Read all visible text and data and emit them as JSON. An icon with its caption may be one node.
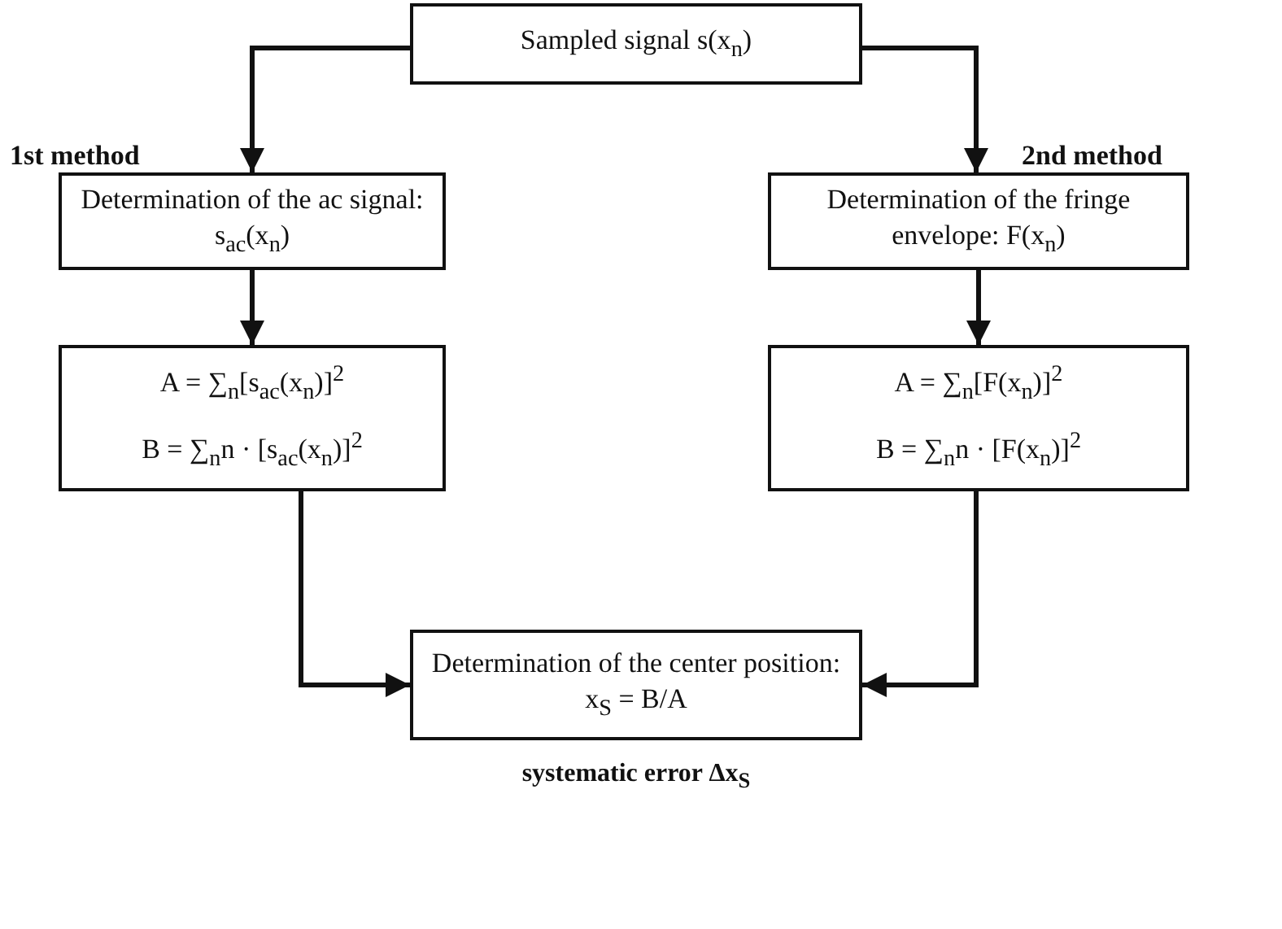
{
  "diagram": {
    "nodes": [
      {
        "text": [
          "Sampled signal  s(x$_{n}$)"
        ]
      },
      {
        "text": [
          "Determination of the ac signal: s$_{ac}$(x$_{n}$)"
        ]
      },
      {
        "text": [
          "Determination of the fringe envelope: F(x$_{n}$)"
        ]
      },
      {
        "text": [
          "A = ∑$_{n}$[s$_{ac}$(x$_{n}$)]$^{2}$",
          "B = ∑$_{n}$n · [s$_{ac}$(x$_{n}$)]$^{2}$"
        ]
      },
      {
        "text": [
          "A = ∑$_{n}$[F(x$_{n}$)]$^{2}$",
          "B = ∑$_{n}$n · [F(x$_{n}$)]$^{2}$"
        ]
      },
      {
        "text": [
          "Determination of the center position: x$_{S}$ = B/A"
        ],
        "beside": [
          "systematic error Δx$_{S}$"
        ]
      }
    ],
    "edges": [
      {
        "from": 0,
        "to": 1,
        "arrow": "to"
      },
      {
        "from": 0,
        "to": 2,
        "arrow": "to"
      },
      {
        "from": 1,
        "to": 3,
        "arrow": "to"
      },
      {
        "from": 2,
        "to": 4,
        "arrow": "to"
      },
      {
        "from": 3,
        "to": 5,
        "arrow": "to"
      },
      {
        "from": 4,
        "to": 5,
        "arrow": "to"
      }
    ],
    "labels": [
      "1st method",
      "2nd method"
    ]
  }
}
